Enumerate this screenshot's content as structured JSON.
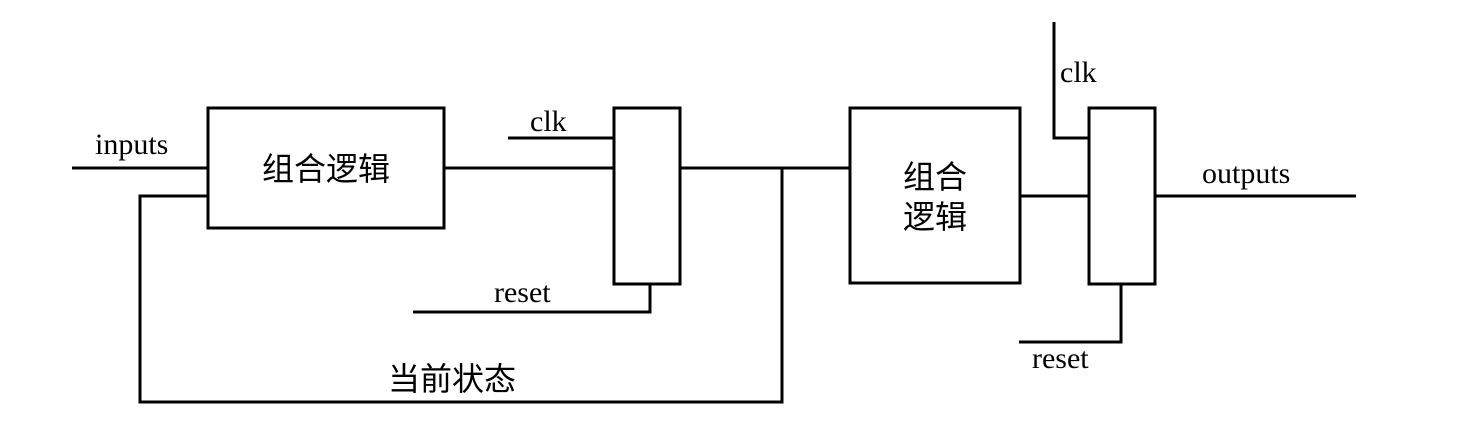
{
  "diagram": {
    "block1": {
      "label": "组合逻辑"
    },
    "register1": {
      "clk": "clk",
      "reset": "reset"
    },
    "block2": {
      "line1": "组合",
      "line2": "逻辑"
    },
    "register2": {
      "clk": "clk",
      "reset": "reset"
    },
    "inputs": "inputs",
    "outputs": "outputs",
    "feedback": "当前状态"
  }
}
